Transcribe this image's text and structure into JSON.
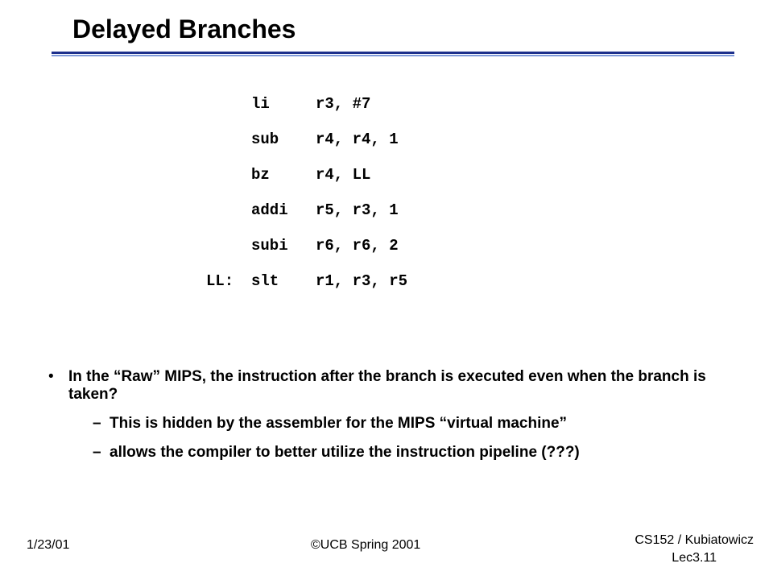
{
  "slide": {
    "title": "Delayed Branches",
    "code": [
      {
        "label": "",
        "op": "li",
        "args": "r3, #7"
      },
      {
        "label": "",
        "op": "sub",
        "args": "r4, r4, 1"
      },
      {
        "label": "",
        "op": "bz",
        "args": "r4, LL"
      },
      {
        "label": "",
        "op": "addi",
        "args": "r5, r3, 1"
      },
      {
        "label": "",
        "op": "subi",
        "args": "r6, r6, 2"
      },
      {
        "label": "LL:",
        "op": "slt",
        "args": "r1, r3, r5"
      }
    ],
    "bullet": {
      "marker": "•",
      "text": "In the “Raw” MIPS, the instruction after the branch is executed even when the branch is taken?",
      "subitems": [
        {
          "marker": "–",
          "text": "This is hidden by the assembler for the MIPS “virtual machine”"
        },
        {
          "marker": "–",
          "text": "allows the compiler to better utilize the instruction pipeline (???)"
        }
      ]
    }
  },
  "footer": {
    "date": "1/23/01",
    "copyright": "©UCB Spring 2001",
    "course": "CS152 / Kubiatowicz",
    "lecture": "Lec3.11"
  },
  "colors": {
    "rule_dark": "#1c2f8c",
    "rule_light": "#7f9ad9"
  }
}
